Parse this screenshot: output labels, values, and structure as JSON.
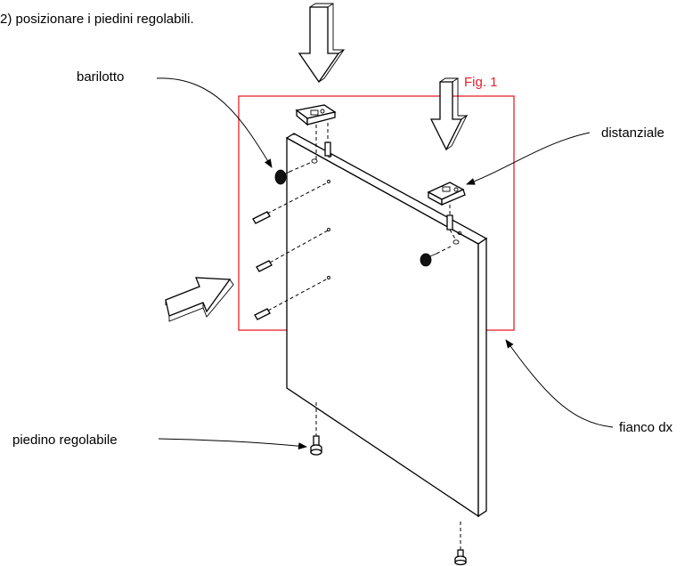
{
  "instruction": "2) posizionare i piedini regolabili.",
  "figure_label": "Fig. 1",
  "labels": {
    "barilotto": "barilotto",
    "distanziale": "distanziale",
    "fianco": "fianco dx",
    "piedino": "piedino regolabile"
  },
  "colors": {
    "highlight": "#e8202a",
    "ink": "#000000"
  }
}
